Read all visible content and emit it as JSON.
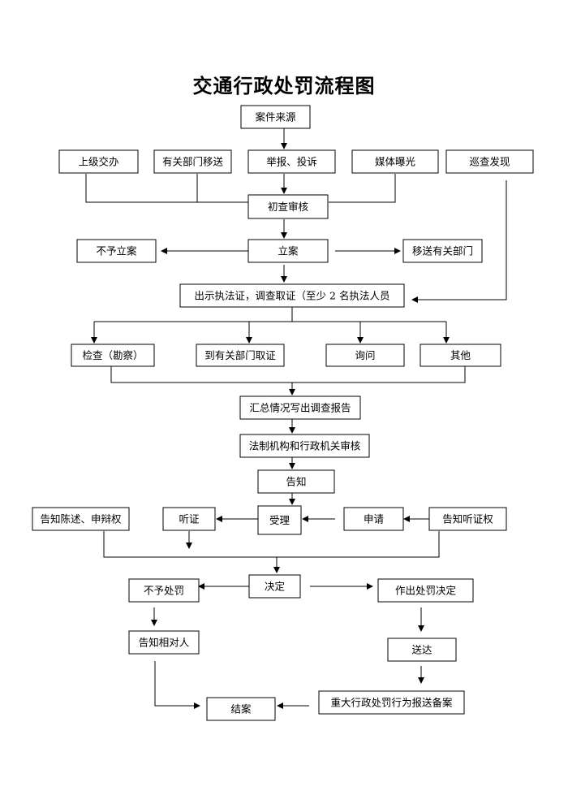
{
  "title": "交通行政处罚流程图",
  "nodes": {
    "case_source": "案件来源",
    "superior_transfer": "上级交办",
    "dept_transfer": "有关部门移送",
    "report_complaint": "举报、投诉",
    "media_exposure": "媒体曝光",
    "patrol_found": "巡查发现",
    "initial_review": "初查审核",
    "not_filed": "不予立案",
    "file_case": "立案",
    "transfer_dept": "移送有关部门",
    "show_id": "出示执法证，调查取证（至少 2 名执法人员",
    "inspect": "检查（勘察）",
    "go_dept": "到有关部门取证",
    "inquiry": "询问",
    "other": "其他",
    "summary_report": "汇总情况写出调查报告",
    "legal_review": "法制机构和行政机关审核",
    "notify": "告知",
    "notify_statement": "告知陈述、申辩权",
    "hearing": "听证",
    "accept": "受理",
    "apply": "申请",
    "notify_hearing": "告知听证权",
    "decision": "决定",
    "no_penalty": "不予处罚",
    "make_decision": "作出处罚决定",
    "notify_party": "告知相对人",
    "deliver": "送达",
    "close_case": "结案",
    "major_report": "重大行政处罚行为报送备案"
  }
}
